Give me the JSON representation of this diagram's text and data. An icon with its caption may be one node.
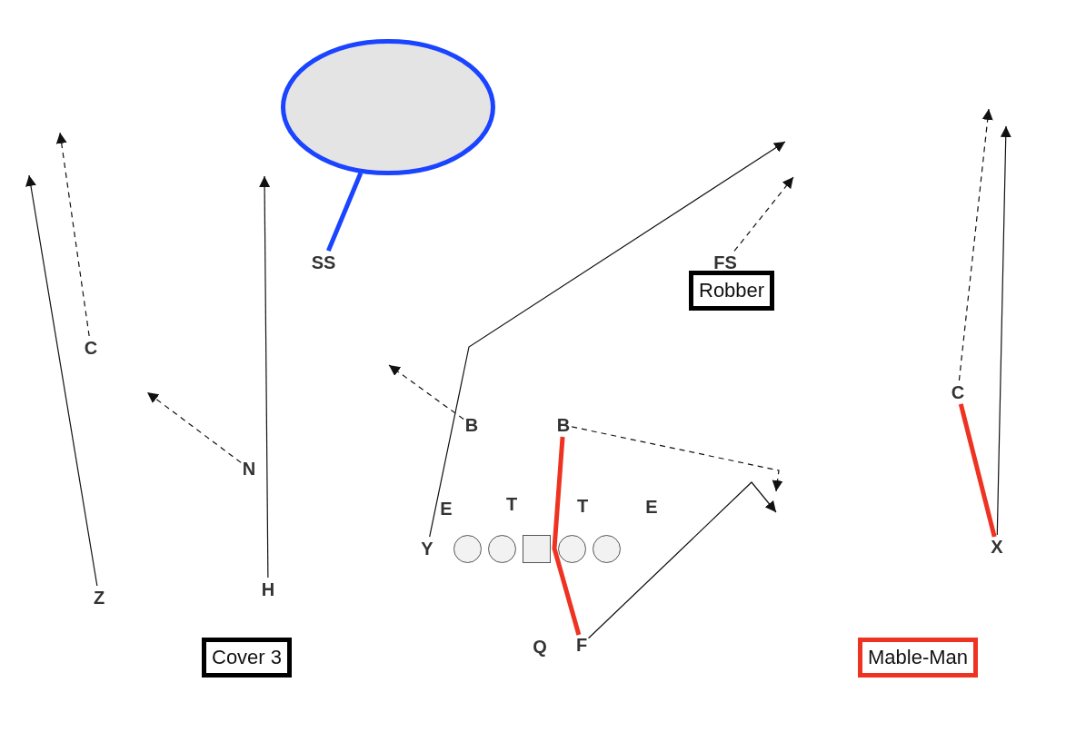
{
  "diagram": {
    "nodes": [
      {
        "text": [],
        "shape": "ellipse"
      },
      {
        "text": [
          "SS"
        ]
      },
      {
        "text": [
          "FS"
        ]
      },
      {
        "text": [
          "Robber"
        ]
      },
      {
        "text": [
          "C"
        ]
      },
      {
        "text": [
          "C"
        ]
      },
      {
        "text": [
          "B"
        ]
      },
      {
        "text": [
          "B"
        ]
      },
      {
        "text": [
          "N"
        ]
      },
      {
        "text": [
          "E"
        ]
      },
      {
        "text": [
          "T"
        ]
      },
      {
        "text": [
          "T"
        ]
      },
      {
        "text": [
          "E"
        ]
      },
      {
        "text": [
          "Y"
        ]
      },
      {
        "text": [],
        "shape": "circle"
      },
      {
        "text": [],
        "shape": "circle"
      },
      {
        "text": [],
        "shape": "box"
      },
      {
        "text": [],
        "shape": "circle"
      },
      {
        "text": [],
        "shape": "circle"
      },
      {
        "text": [
          "X"
        ]
      },
      {
        "text": [
          "Z"
        ]
      },
      {
        "text": [
          "H"
        ]
      },
      {
        "text": [
          "Q"
        ]
      },
      {
        "text": [
          "F"
        ]
      },
      {
        "text": [
          "Cover 3"
        ]
      },
      {
        "text": [
          "Mable-Man"
        ]
      }
    ],
    "edges": [
      {
        "from": 1,
        "to": 0,
        "arrow": "none",
        "style": "thick",
        "color": "#1a44ff"
      },
      {
        "from": 20,
        "to": null,
        "arrow": "to"
      },
      {
        "from": 4,
        "to": null,
        "arrow": "to",
        "style": "dashed"
      },
      {
        "from": 8,
        "to": null,
        "arrow": "to",
        "style": "dashed"
      },
      {
        "from": 21,
        "to": null,
        "arrow": "to"
      },
      {
        "from": 13,
        "to": null,
        "arrow": "to"
      },
      {
        "from": 6,
        "to": null,
        "arrow": "to",
        "style": "dashed"
      },
      {
        "from": 2,
        "to": null,
        "arrow": "to",
        "style": "dashed"
      },
      {
        "from": 7,
        "to": null,
        "arrow": "to",
        "style": "dashed"
      },
      {
        "from": 23,
        "to": null,
        "arrow": "to"
      },
      {
        "from": 5,
        "to": null,
        "arrow": "to",
        "style": "dashed"
      },
      {
        "from": 19,
        "to": null,
        "arrow": "to"
      },
      {
        "from": 7,
        "to": 23,
        "arrow": "none",
        "style": "thick",
        "color": "#ee3322"
      },
      {
        "from": 5,
        "to": 19,
        "arrow": "none",
        "style": "thick",
        "color": "#ee3322"
      }
    ]
  }
}
